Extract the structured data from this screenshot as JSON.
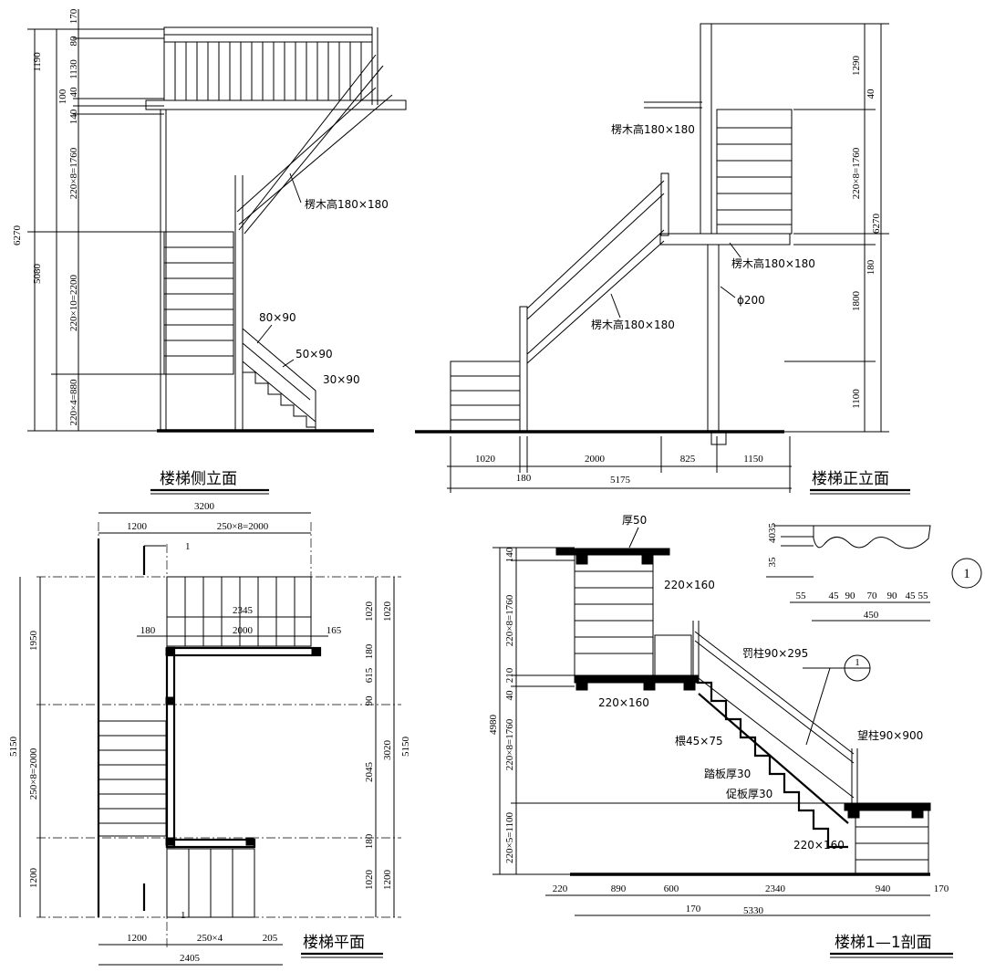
{
  "side_elevation": {
    "title": "楼梯侧立面",
    "dims": [
      "1190",
      "6270",
      "5080",
      "170",
      "80",
      "1130",
      "40",
      "100",
      "140",
      "220×8=1760",
      "220×10=2200",
      "220×4=880"
    ],
    "labels": [
      "楞木高180×180",
      "80×90",
      "50×90",
      "30×90"
    ]
  },
  "front_elevation": {
    "title": "楼梯正立面",
    "dims": [
      "1290",
      "40",
      "220×8=1760",
      "6270",
      "180",
      "1800",
      "1100",
      "1020",
      "2000",
      "825",
      "1150",
      "180",
      "5175"
    ],
    "labels": [
      "楞木高180×180",
      "楞木高180×180",
      "ϕ200",
      "楞木高180×180"
    ]
  },
  "plan": {
    "title": "楼梯平面",
    "section_marks": [
      "1",
      "1"
    ],
    "dims": [
      "3200",
      "1200",
      "250×8=2000",
      "2345",
      "180",
      "2000",
      "165",
      "5150",
      "1950",
      "250×8=2000",
      "1200",
      "1020",
      "1020",
      "180",
      "615",
      "90",
      "2045",
      "3020",
      "5150",
      "180",
      "1020",
      "1200",
      "1200",
      "250×4",
      "205",
      "2405"
    ]
  },
  "section": {
    "title": "楼梯1—1剖面",
    "callout": "1",
    "dims": [
      "140",
      "220×8=1760",
      "210",
      "40",
      "4980",
      "220×8=1760",
      "220×5=1100",
      "220",
      "890",
      "600",
      "2340",
      "940",
      "170",
      "170",
      "5330"
    ],
    "labels": [
      "厚50",
      "220×160",
      "罚柱90×295",
      "220×160",
      "椳45×75",
      "踏板厚30",
      "促板厚30",
      "望柱90×900",
      "220×160"
    ],
    "detail": {
      "badge": "1",
      "dims": [
        "4035",
        "35",
        "55",
        "45",
        "90",
        "70",
        "90",
        "45",
        "55",
        "450"
      ]
    }
  }
}
